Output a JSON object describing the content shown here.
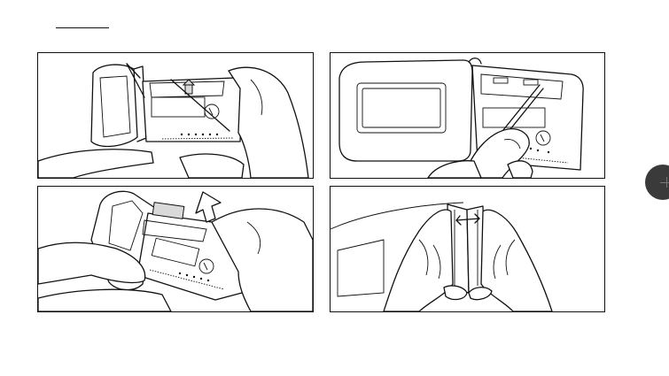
{
  "header": {
    "rule_color": "#111111"
  },
  "panels": [
    {
      "icon": "open-battery-door-illustration"
    },
    {
      "icon": "pry-battery-cover-illustration"
    },
    {
      "icon": "slide-module-out-illustration"
    },
    {
      "icon": "separate-housing-illustration"
    }
  ],
  "tab_marker": {
    "color": "#3a3a3a",
    "icon": "section-tab-marker"
  }
}
